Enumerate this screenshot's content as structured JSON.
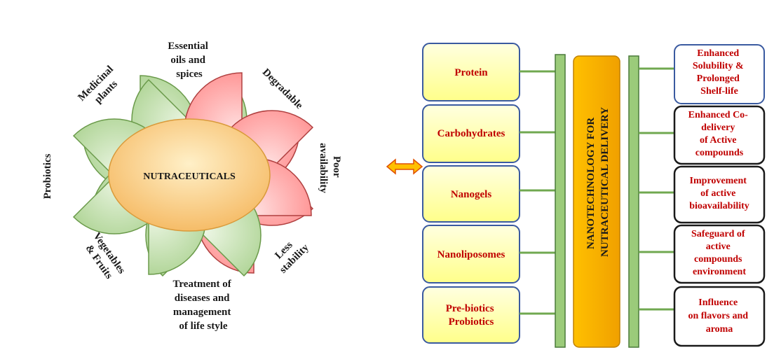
{
  "center": {
    "label": "NUTRACEUTICALS"
  },
  "petals": {
    "medicinal_plants": [
      "Medicinal",
      "plants"
    ],
    "essential_oils": [
      "Essential",
      "oils and",
      "spices"
    ],
    "degradable": [
      "Degradable"
    ],
    "poor_availability": [
      "Poor",
      "availability"
    ],
    "less_stability": [
      "Less",
      "stability"
    ],
    "treatment": [
      "Treatment of",
      "diseases and",
      "management",
      "of life style"
    ],
    "vegetables_fruits": [
      "Vegetables",
      "& Fruits"
    ],
    "probiotics": [
      "Probiotics"
    ]
  },
  "materials": [
    [
      "Protein"
    ],
    [
      "Carbohydrates"
    ],
    [
      "Nanogels"
    ],
    [
      "Nanoliposomes"
    ],
    [
      "Pre-biotics",
      "Probiotics"
    ]
  ],
  "core": [
    "NANOTECHNOLOGY FOR",
    "NUTRACEUTICAL DELIVERY"
  ],
  "benefits": [
    [
      "Enhanced",
      "Solubility &",
      "Prolonged",
      "Shelf-life"
    ],
    [
      "Enhanced Co-",
      "delivery",
      "of Active",
      "compounds"
    ],
    [
      "Improvement",
      "of active",
      "bioavailability"
    ],
    [
      "Safeguard of",
      "active",
      "compounds",
      "environment"
    ],
    [
      "Influence",
      "on flavors and",
      "aroma"
    ]
  ],
  "colors": {
    "green_petal": "#a9d18e",
    "red_petal": "#ff9e9e",
    "center": "#f7c97a",
    "box_fill": "#ffff99",
    "core_bar": "#f5a800",
    "benefit_text": "#c00000"
  }
}
